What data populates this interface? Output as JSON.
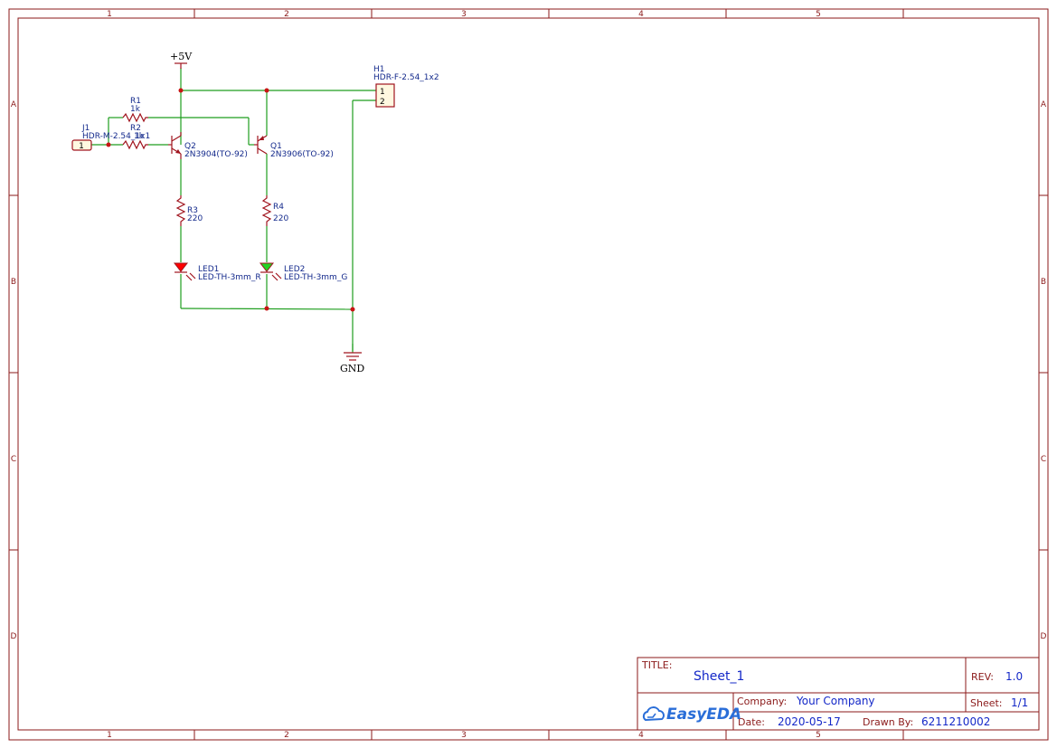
{
  "frame": {
    "columns": [
      "1",
      "2",
      "3",
      "4",
      "5"
    ],
    "rows": [
      "A",
      "B",
      "C",
      "D"
    ]
  },
  "nets": {
    "vcc": "+5V",
    "gnd": "GND"
  },
  "components": {
    "R1": {
      "ref": "R1",
      "value": "1k"
    },
    "R2": {
      "ref": "R2",
      "value": "1k"
    },
    "R3": {
      "ref": "R3",
      "value": "220"
    },
    "R4": {
      "ref": "R4",
      "value": "220"
    },
    "Q1": {
      "ref": "Q1",
      "value": "2N3906(TO-92)"
    },
    "Q2": {
      "ref": "Q2",
      "value": "2N3904(TO-92)"
    },
    "LED1": {
      "ref": "LED1",
      "value": "LED-TH-3mm_R"
    },
    "LED2": {
      "ref": "LED2",
      "value": "LED-TH-3mm_G"
    },
    "J1": {
      "ref": "J1",
      "value": "HDR-M-2.54_1x1",
      "pins": [
        "1"
      ]
    },
    "H1": {
      "ref": "H1",
      "value": "HDR-F-2.54_1x2",
      "pins": [
        "1",
        "2"
      ]
    }
  },
  "colors": {
    "wire": "#1e9e1e",
    "part": "#a0141e",
    "led_red": "#ff0000",
    "led_green": "#22d422",
    "frame": "#8b1a1a",
    "text_blue": "#1428c8"
  },
  "title_block": {
    "title_label": "TITLE:",
    "title": "Sheet_1",
    "rev_label": "REV:",
    "rev": "1.0",
    "company_label": "Company:",
    "company": "Your Company",
    "sheet_label": "Sheet:",
    "sheet": "1/1",
    "date_label": "Date:",
    "date": "2020-05-17",
    "drawn_by_label": "Drawn By:",
    "drawn_by": "6211210002",
    "logo": "EasyEDA",
    "logo_icon": "cloud-icon"
  }
}
